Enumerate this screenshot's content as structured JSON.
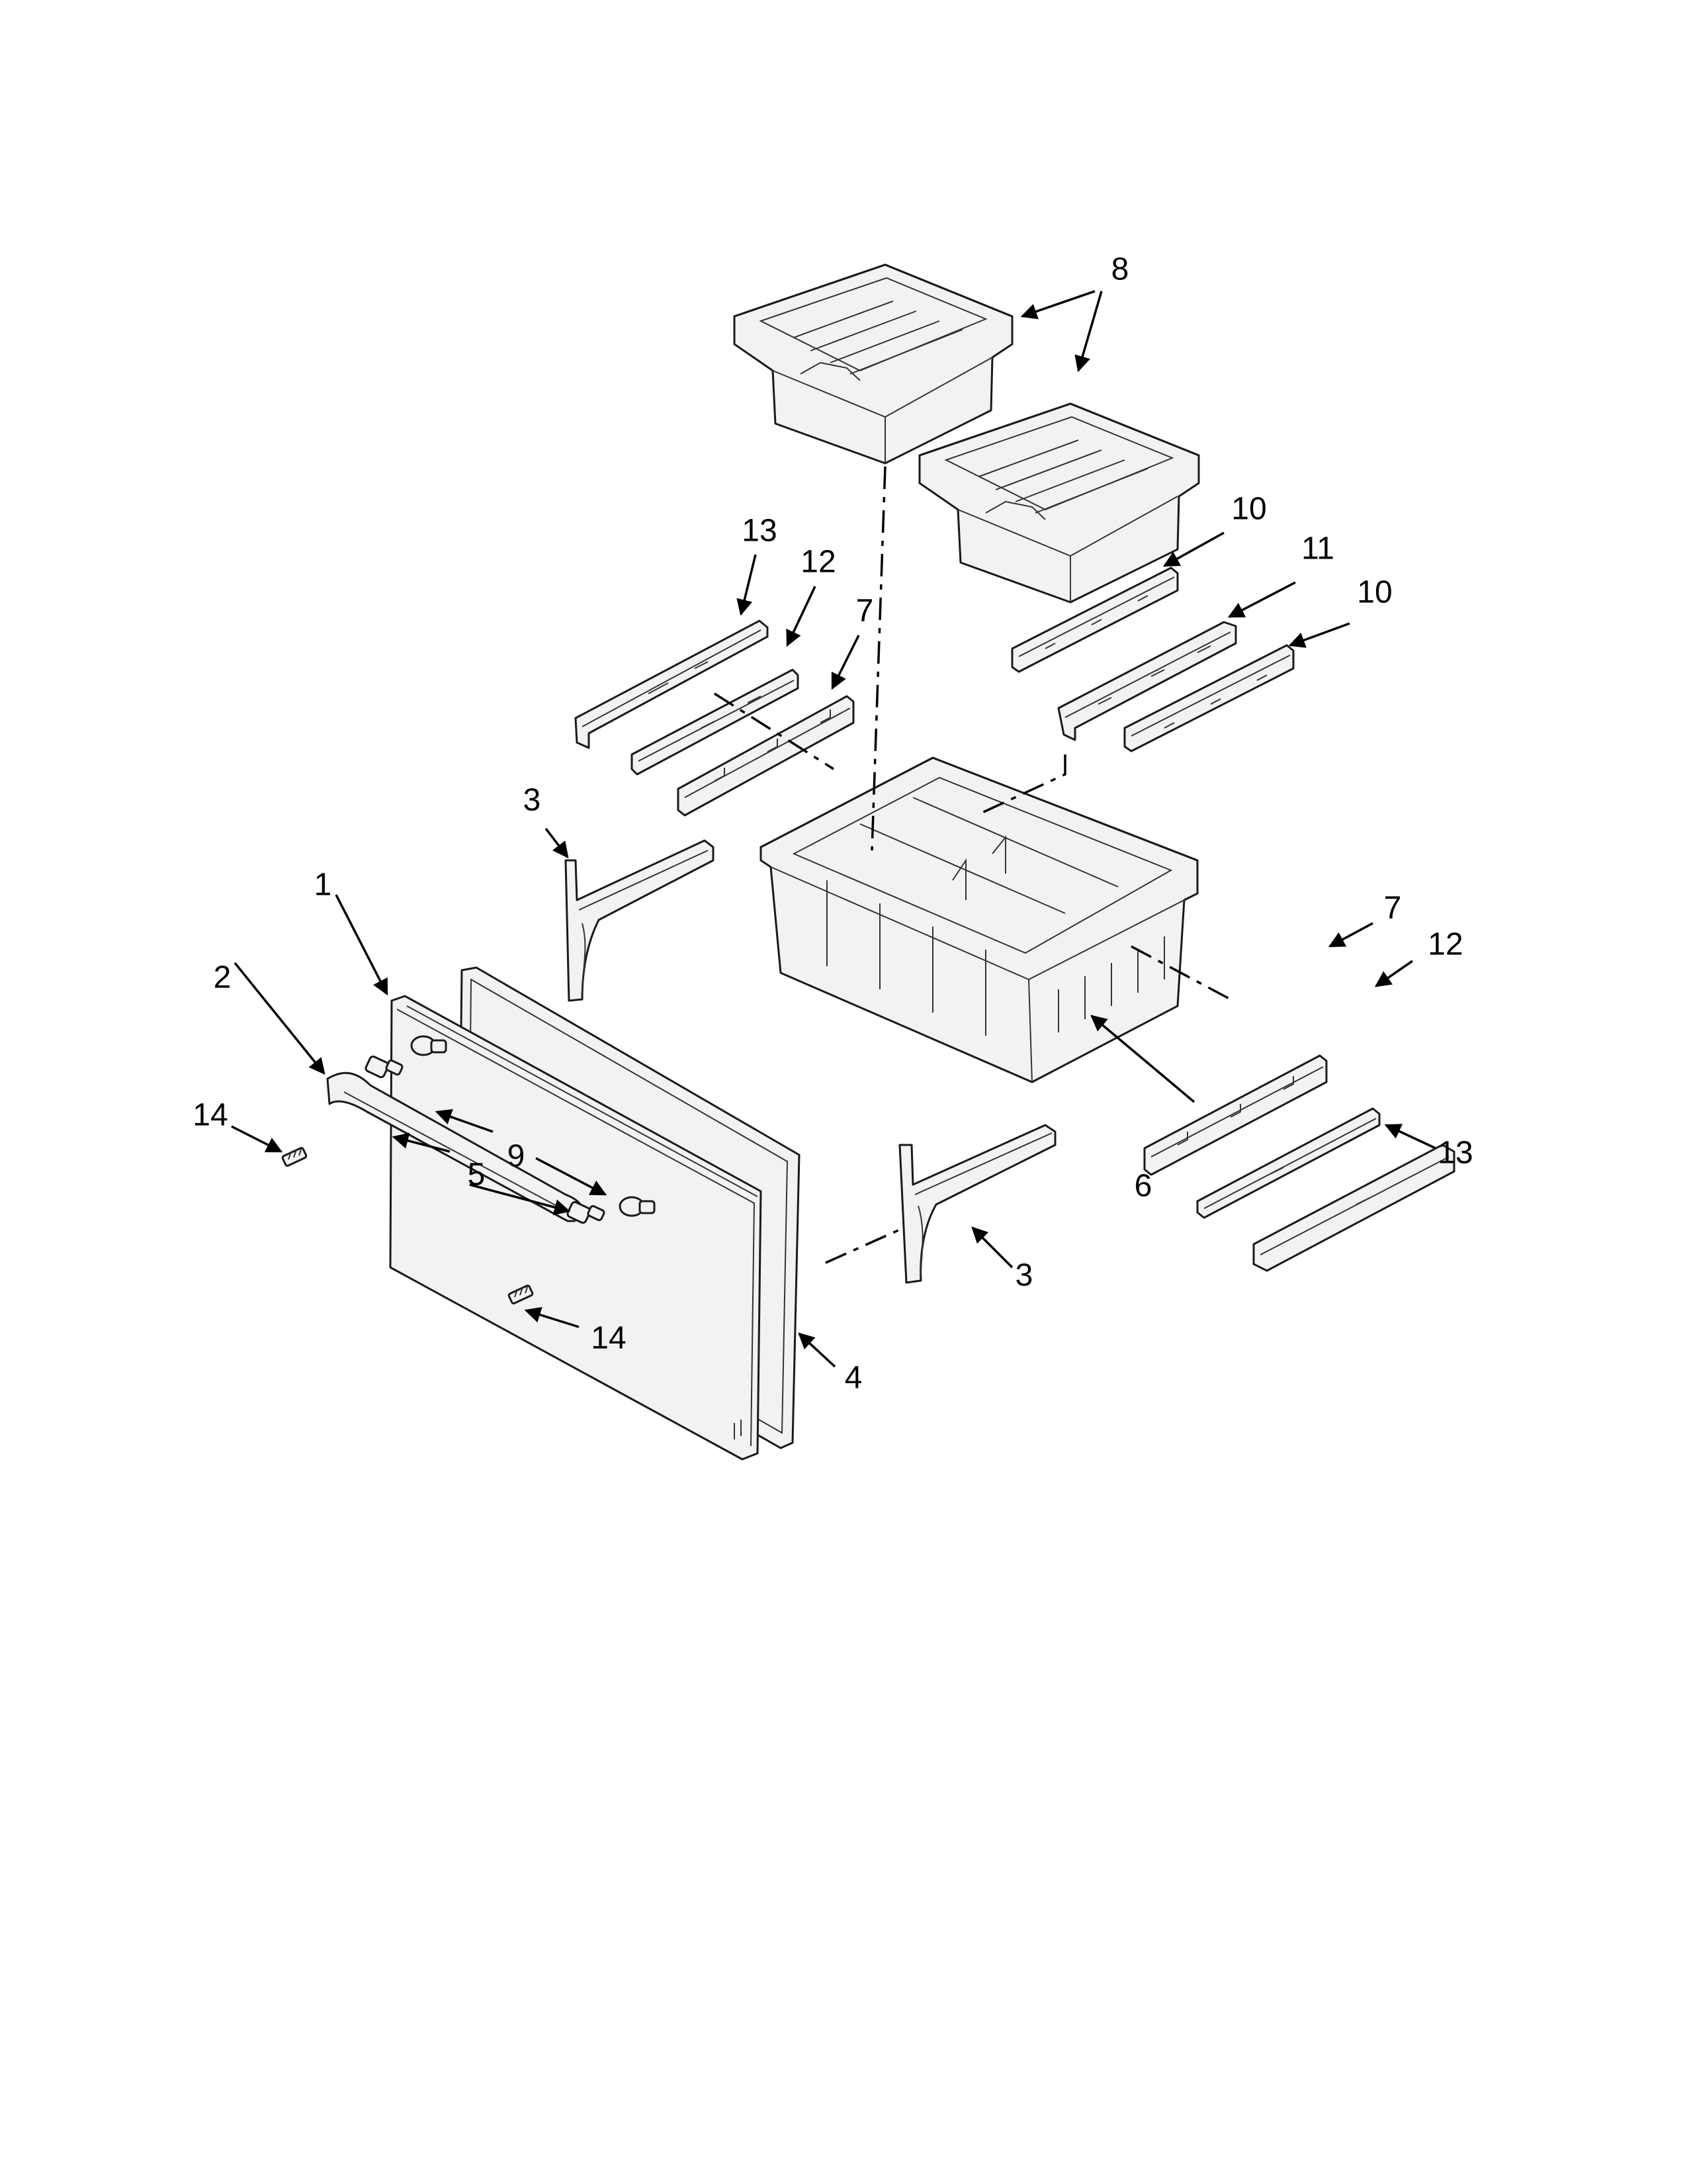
{
  "callouts": [
    {
      "id": "c8",
      "label": "8"
    },
    {
      "id": "c13a",
      "label": "13"
    },
    {
      "id": "c12a",
      "label": "12"
    },
    {
      "id": "c7a",
      "label": "7"
    },
    {
      "id": "c10a",
      "label": "10"
    },
    {
      "id": "c11",
      "label": "11"
    },
    {
      "id": "c10b",
      "label": "10"
    },
    {
      "id": "c3a",
      "label": "3"
    },
    {
      "id": "c1",
      "label": "1"
    },
    {
      "id": "c2",
      "label": "2"
    },
    {
      "id": "c7b",
      "label": "7"
    },
    {
      "id": "c12b",
      "label": "12"
    },
    {
      "id": "c14a",
      "label": "14"
    },
    {
      "id": "c9",
      "label": "9"
    },
    {
      "id": "c5",
      "label": "5"
    },
    {
      "id": "c13b",
      "label": "13"
    },
    {
      "id": "c6",
      "label": "6"
    },
    {
      "id": "c3b",
      "label": "3"
    },
    {
      "id": "c14b",
      "label": "14"
    },
    {
      "id": "c4",
      "label": "4"
    }
  ],
  "colors": {
    "line": "#1a1a1a",
    "background": "#ffffff",
    "part_fill": "#f2f2f2"
  }
}
